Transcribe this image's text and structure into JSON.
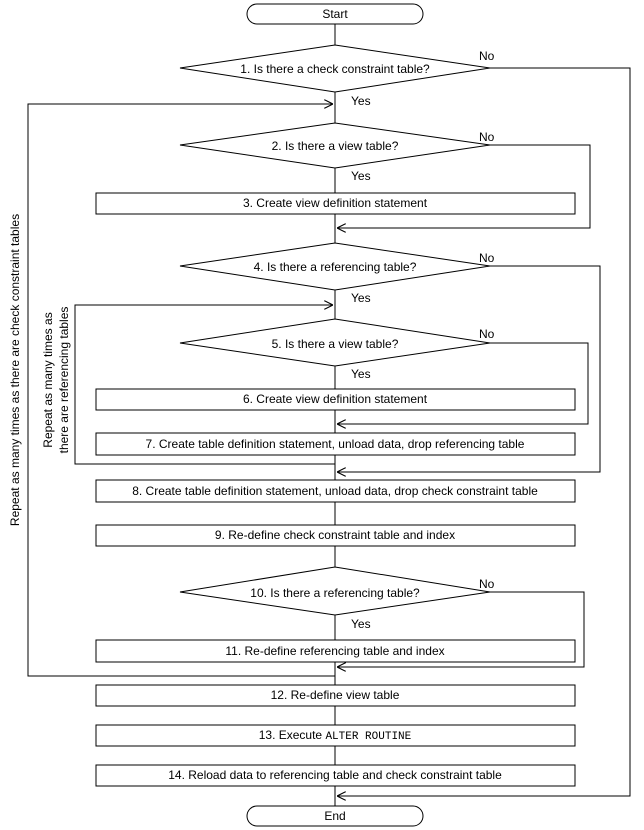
{
  "start": "Start",
  "end": "End",
  "yes": "Yes",
  "no": "No",
  "d1": "1. Is there a check constraint table?",
  "d2": "2. Is there a view table?",
  "s3": "3. Create view definition statement",
  "d4": "4. Is there a referencing table?",
  "d5": "5. Is there a view table?",
  "s6": "6. Create view definition statement",
  "s7": "7. Create table definition statement, unload data, drop referencing table",
  "s8": "8. Create table definition statement, unload data, drop check constraint table",
  "s9": "9. Re-define check constraint table and index",
  "d10": "10. Is there a referencing table?",
  "s11": "11. Re-define referencing table and index",
  "s12": "12. Re-define view table",
  "s13_prefix": "13. Execute ",
  "s13_code": "ALTER ROUTINE",
  "s14": "14. Reload data to referencing table and check constraint table",
  "loop_outer": "Repeat as many times as there are check constraint tables",
  "loop_inner_line1": "Repeat as many times as",
  "loop_inner_line2": "there are referencing tables"
}
